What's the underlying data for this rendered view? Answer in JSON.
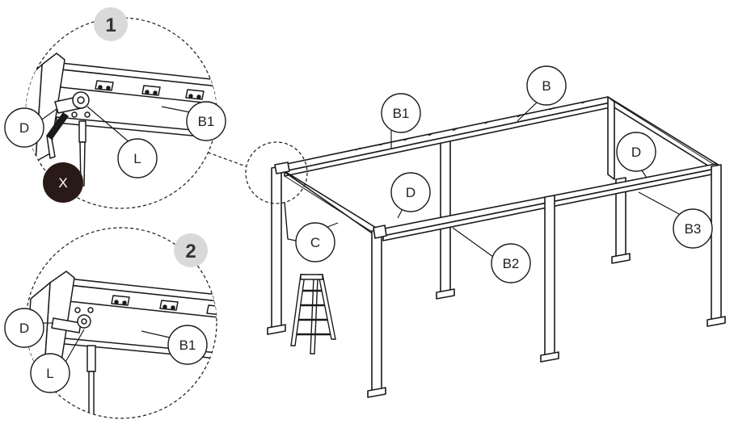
{
  "steps": {
    "step1": "1",
    "step2": "2"
  },
  "detail1": {
    "d": "D",
    "l": "L",
    "b1": "B1",
    "x": "X"
  },
  "detail2": {
    "d": "D",
    "l": "L",
    "b1": "B1"
  },
  "main": {
    "b": "B",
    "b1": "B1",
    "d_center": "D",
    "d_right": "D",
    "c": "C",
    "b2": "B2",
    "b3": "B3"
  },
  "colors": {
    "line": "#1a1a1a",
    "step_badge": "#d9d9d9",
    "warning_badge": "#2a1a17"
  }
}
